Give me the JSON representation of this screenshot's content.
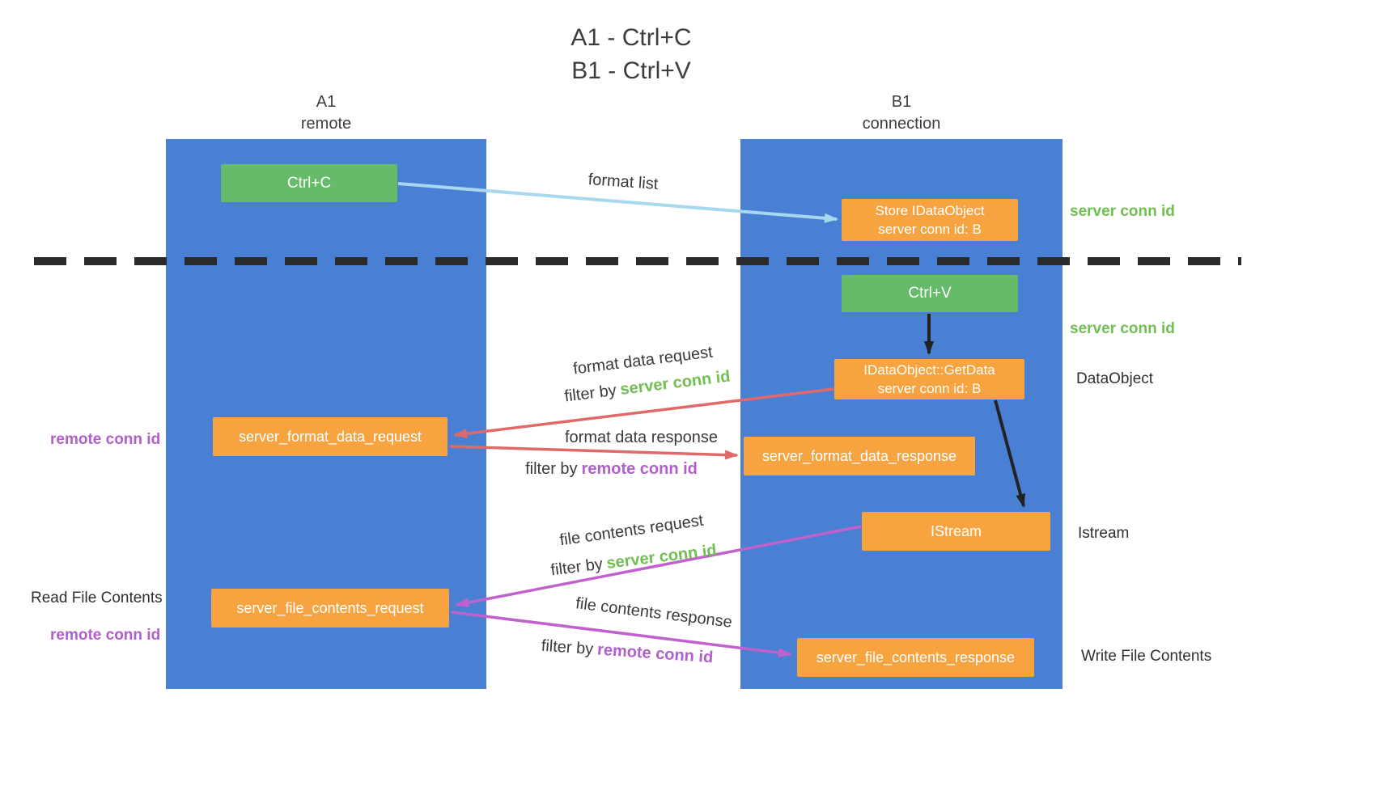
{
  "title": {
    "line1": "A1 - Ctrl+C",
    "line2": "B1 - Ctrl+V"
  },
  "lanes": {
    "a1": {
      "name": "A1",
      "subtitle": "remote"
    },
    "b1": {
      "name": "B1",
      "subtitle": "connection"
    }
  },
  "nodes": {
    "ctrl_c": {
      "label": "Ctrl+C"
    },
    "store_idataobject": {
      "line1": "Store IDataObject",
      "line2": "server conn id: B"
    },
    "ctrl_v": {
      "label": "Ctrl+V"
    },
    "idataobject_getdata": {
      "line1": "IDataObject::GetData",
      "line2": "server conn id: B"
    },
    "server_format_data_request": {
      "label": "server_format_data_request"
    },
    "server_format_data_response": {
      "label": "server_format_data_response"
    },
    "istream": {
      "label": "IStream"
    },
    "server_file_contents_request": {
      "label": "server_file_contents_request"
    },
    "server_file_contents_response": {
      "label": "server_file_contents_response"
    }
  },
  "side_labels": {
    "server_conn_id_top": "server conn id",
    "server_conn_id_mid": "server conn id",
    "dataobject": "DataObject",
    "istream": "Istream",
    "write_file_contents": "Write File Contents",
    "read_file_contents": "Read File Contents",
    "remote_conn_id_mid": "remote conn id",
    "remote_conn_id_bottom": "remote conn id"
  },
  "arrows": {
    "format_list": {
      "label": "format list",
      "color": "#a8d7f0"
    },
    "ctrlv_to_getdata": {
      "color": "#222222"
    },
    "getdata_to_istream": {
      "color": "#222222"
    },
    "format_data_request": {
      "label": "format data request",
      "filter_prefix": "filter by",
      "filter_key": "server conn id",
      "color": "#e06a6a"
    },
    "format_data_response": {
      "label": "format data response",
      "filter_prefix": "filter by",
      "filter_key": "remote conn id",
      "color": "#e06a6a"
    },
    "file_contents_request": {
      "label": "file contents request",
      "filter_prefix": "filter by",
      "filter_key": "server conn id",
      "color": "#c061ce"
    },
    "file_contents_response": {
      "label": "file contents response",
      "filter_prefix": "filter by",
      "filter_key": "remote conn id",
      "color": "#c061ce"
    }
  },
  "colors": {
    "lane_blue": "#4a80d4",
    "box_green": "#66bb6a",
    "box_orange": "#f7a440",
    "arrow_light_blue": "#a8d7f0",
    "arrow_red": "#e06a6a",
    "arrow_purple": "#c061ce",
    "arrow_black": "#222222",
    "label_green": "#70bf50",
    "label_purple": "#b15fc9",
    "dashed_line": "#2b2b2b"
  }
}
